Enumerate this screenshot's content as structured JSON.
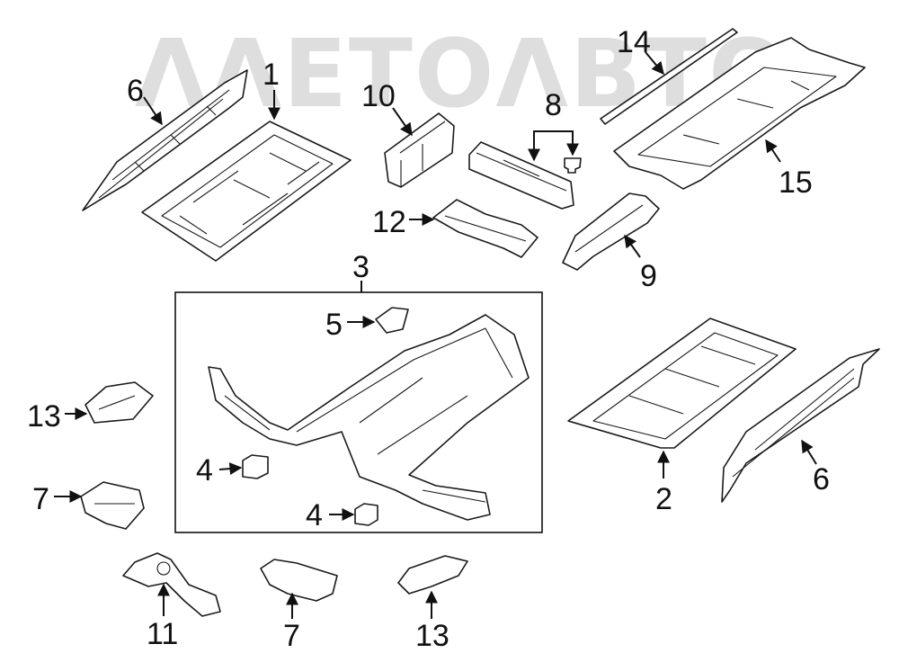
{
  "watermark": {
    "text": "ΛΛΕΤΟΛΒΤΟ"
  },
  "callouts": {
    "c1": "1",
    "c2": "2",
    "c3": "3",
    "c4a": "4",
    "c4b": "4",
    "c5": "5",
    "c6a": "6",
    "c6b": "6",
    "c7a": "7",
    "c7b": "7",
    "c8": "8",
    "c9": "9",
    "c10": "10",
    "c11": "11",
    "c12": "12",
    "c13a": "13",
    "c13b": "13",
    "c14": "14",
    "c15": "15"
  },
  "colors": {
    "line": "#1a1a1a",
    "background": "#ffffff",
    "watermark": "#c4c4c4"
  }
}
